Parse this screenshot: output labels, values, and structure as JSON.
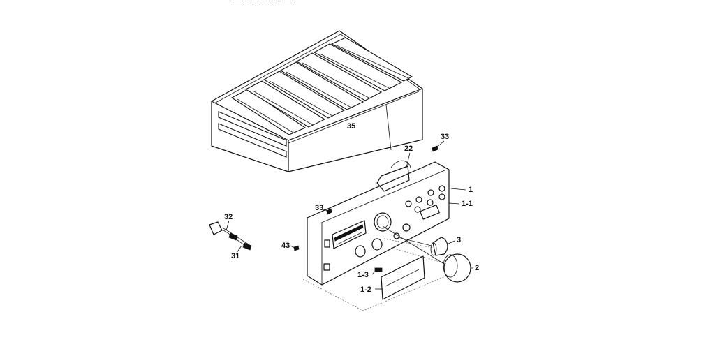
{
  "parts": [
    {
      "id": "cover",
      "label": "35"
    },
    {
      "id": "screw-top-right",
      "label": "33"
    },
    {
      "id": "bracket",
      "label": "22"
    },
    {
      "id": "front-panel",
      "label": "1"
    },
    {
      "id": "front-panel-sub",
      "label": "1-1"
    },
    {
      "id": "screw-left",
      "label": "33"
    },
    {
      "id": "power-cord-plug",
      "label": "32"
    },
    {
      "id": "power-cord",
      "label": "31"
    },
    {
      "id": "screw-side",
      "label": "43"
    },
    {
      "id": "small-knob",
      "label": "3"
    },
    {
      "id": "large-knob",
      "label": "2"
    },
    {
      "id": "panel-part-1-3",
      "label": "1-3"
    },
    {
      "id": "panel-part-1-2",
      "label": "1-2"
    }
  ],
  "header_fragment": "——   — — — — — —"
}
